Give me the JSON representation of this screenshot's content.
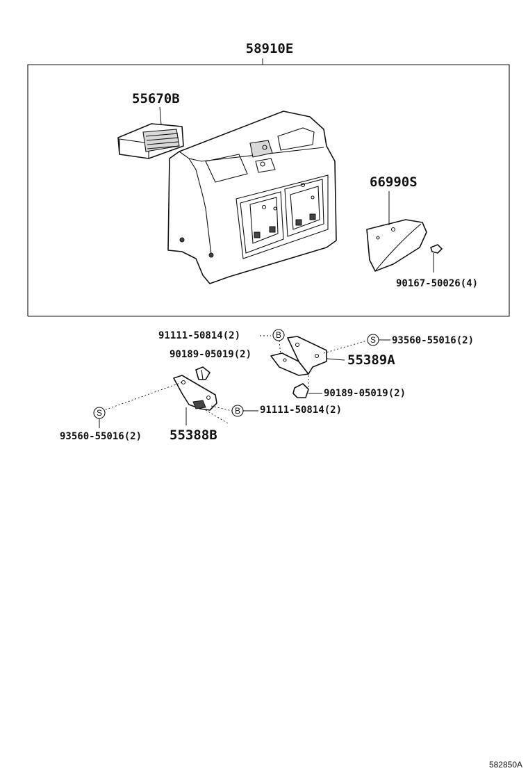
{
  "diagram": {
    "assembly_label": "58910E",
    "drawing_code": "582850A",
    "parts": {
      "vent": "55670B",
      "lid": "66990S",
      "lid_screw": "90167-50026(4)",
      "bolt_b_upper": "91111-50814(2)",
      "clip_upper": "90189-05019(2)",
      "screw_s_upper": "93560-55016(2)",
      "bracket_a": "55389A",
      "clip_lower": "90189-05019(2)",
      "bolt_b_lower": "91111-50814(2)",
      "screw_s_lower": "93560-55016(2)",
      "bracket_b": "55388B"
    },
    "symbols": {
      "bolt": "B",
      "screw": "S"
    }
  }
}
